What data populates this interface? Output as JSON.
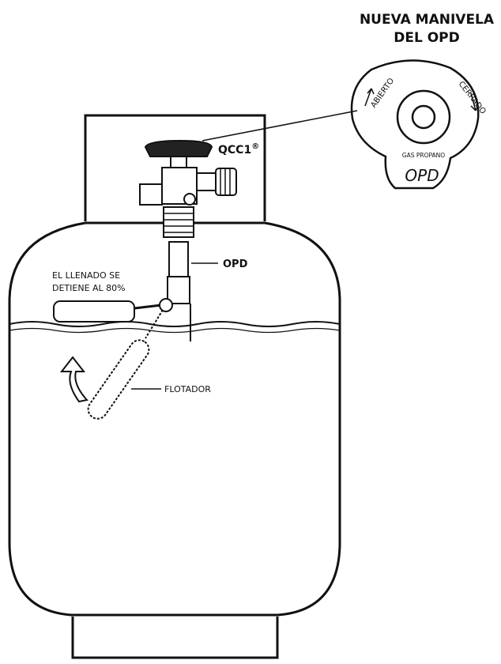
{
  "title": {
    "line1": "NUEVA MANIVELA",
    "line2": "DEL OPD"
  },
  "handwheel": {
    "open_label": "ABIERTO",
    "closed_label": "CERRADO",
    "product_label": "GAS PROPANO",
    "brand_label": "OPD"
  },
  "labels": {
    "qcc1": "QCC1",
    "registered_mark": "®",
    "opd": "OPD",
    "fill_stop_line1": "EL LLENADO SE",
    "fill_stop_line2": "DETIENE AL 80%",
    "float": "FLOTADOR"
  },
  "colors": {
    "ink": "#111111",
    "paper": "#ffffff"
  }
}
